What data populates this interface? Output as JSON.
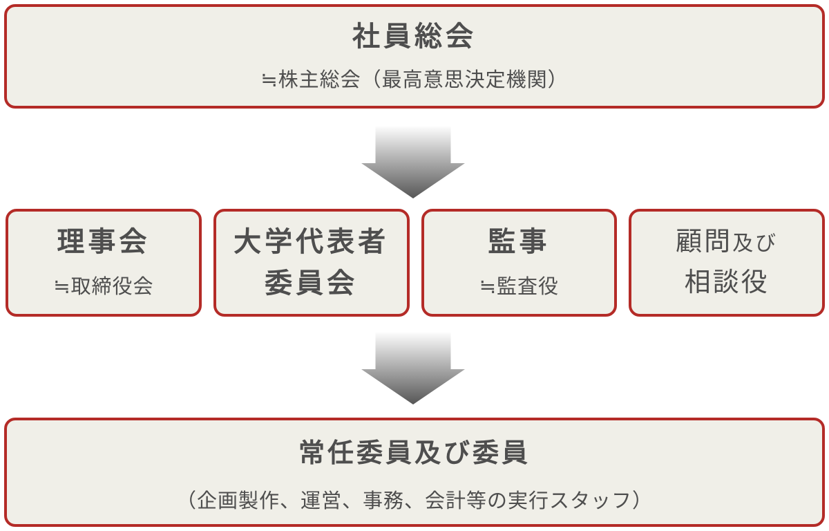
{
  "page": {
    "background_color": "#ffffff",
    "box_fill_color": "#f0efe8",
    "box_border_color": "#b42b27",
    "text_color": "#4e4e4e",
    "arrow_gradient_top": "#fcfcfc",
    "arrow_gradient_bottom": "#565656"
  },
  "org_chart": {
    "top_box": {
      "title": "社員総会",
      "subtitle": "≒株主総会（最高意思決定機関）"
    },
    "middle_boxes": [
      {
        "title": "理事会",
        "subtitle": "≒取締役会"
      },
      {
        "title_line1": "大学代表者",
        "title_line2": "委員会"
      },
      {
        "title": "監事",
        "subtitle": "≒監査役"
      },
      {
        "line1_main": "顧問",
        "line1_small": "及び",
        "line2": "相談役"
      }
    ],
    "bottom_box": {
      "title": "常任委員及び委員",
      "subtitle": "（企画製作、運営、事務、会計等の実行スタッフ）"
    },
    "arrows": [
      {
        "name": "down-arrow",
        "direction": "down"
      },
      {
        "name": "down-arrow",
        "direction": "down"
      }
    ]
  }
}
